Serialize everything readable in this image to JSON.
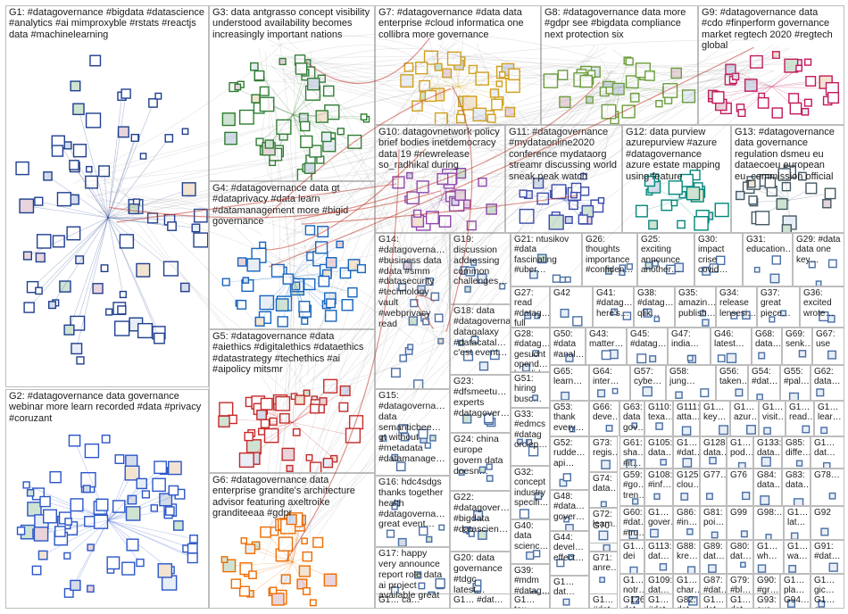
{
  "diagram": {
    "groups": [
      {
        "id": "G1",
        "label": "G1: #datagovernance #bigdata #datascience #analytics #ai mimproxyble #rstats #reactjs data #machinelearning"
      },
      {
        "id": "G2",
        "label": "G2: #datagovernance data governance webinar more learn recorded #data #privacy #coruzant"
      },
      {
        "id": "G3",
        "label": "G3: data antgrasso concept visibility understood availability becomes increasingly important nations"
      },
      {
        "id": "G4",
        "label": "G4: #datagovernance data gt #dataprivacy #data learn #datamanagement more #bigid governance"
      },
      {
        "id": "G5",
        "label": "G5: #datagovernance #data #aiethics #digitalethics #dataethics #datastrategy #techethics #ai #aipolicy mitsmr"
      },
      {
        "id": "G6",
        "label": "G6: #datagovernance data enterprise grandite's architecture advisor featuring axeltroike granditeeaa #gdpr"
      },
      {
        "id": "G7",
        "label": "G7: #datagovernance #data data enterprise #cloud informatica one collibra more governance"
      },
      {
        "id": "G8",
        "label": "G8: #datagovernance data more #gdpr see #bigdata compliance next protection six"
      },
      {
        "id": "G9",
        "label": "G9: #datagovernance data #cdo #finperform governance market regtech 2020 #regtech global"
      },
      {
        "id": "G10",
        "label": "G10: datagovnetwork policy brief bodies inetdemocracy data 19 #newrelease so_radhikal during"
      },
      {
        "id": "G11",
        "label": "G11: #datagovernance #mydataonline2020 conference mydataorg streamr discussing world sneak peak watch"
      },
      {
        "id": "G12",
        "label": "G12: data purview azurepurview #azure #datagovernance azure estate mapping using feature"
      },
      {
        "id": "G13",
        "label": "G13: #datagovernance data governance regulation dsmeu eu dataecoeu european eu_commission official"
      },
      {
        "id": "G14",
        "label": "G14: #datagoverna… #business data #data #smm #datasecurity #technology vault #webprivacy read"
      },
      {
        "id": "G15",
        "label": "G15: #datagoverna… data semanticbee… gt without #metadata #datamanage…"
      },
      {
        "id": "G16",
        "label": "G16: hdc4sdgs thanks together health #datagoverna… great event…"
      },
      {
        "id": "G17",
        "label": "G17: happy very announce report role data ai project available great"
      },
      {
        "id": "G18",
        "label": "G18: data #datagovernance datagalaxy #datacatal… c'est event…"
      },
      {
        "id": "G19",
        "label": "G19: discussion addressing common challenges…"
      },
      {
        "id": "G20",
        "label": "G20: data governance #tdgc latest…"
      },
      {
        "id": "G21",
        "label": "G21: ntusikov #data fascinating #uber…"
      },
      {
        "id": "G22",
        "label": "G22: #datagover… #bigdata #datascien…"
      },
      {
        "id": "G23",
        "label": "G23: #dfsmeetu… experts #datagover…"
      },
      {
        "id": "G24",
        "label": "G24: china europe govern data doesn…"
      },
      {
        "id": "G25",
        "label": "G25: exciting announce another…"
      },
      {
        "id": "G26",
        "label": "G26: thoughts importance #confiden…"
      },
      {
        "id": "G27",
        "label": "G27: read #datag… full circle…"
      },
      {
        "id": "G28",
        "label": "G28: #datag… gesucht opend… kandid…"
      },
      {
        "id": "G29",
        "label": "G29: #data data one key…"
      },
      {
        "id": "G30",
        "label": "G30: impact crise covid…"
      },
      {
        "id": "G31",
        "label": "G31: education…"
      },
      {
        "id": "G32",
        "label": "G32: concept industry specifi…"
      },
      {
        "id": "G33",
        "label": "G33: #edmcs #datag orclep…"
      },
      {
        "id": "G34",
        "label": "G34: release lensesi…"
      },
      {
        "id": "G35",
        "label": "G35: amazin… publish…"
      },
      {
        "id": "G36",
        "label": "G36: excited wrote…"
      },
      {
        "id": "G37",
        "label": "G37: great piece…"
      },
      {
        "id": "G38",
        "label": "G38: #datag… qlik…"
      },
      {
        "id": "G39",
        "label": "G39: #mdm #datag…"
      },
      {
        "id": "G40",
        "label": "G40: data scienc…"
      },
      {
        "id": "G41",
        "label": "G41: #datag… here's…"
      },
      {
        "id": "G42",
        "label": "G42"
      },
      {
        "id": "G43",
        "label": "G43: matter…"
      },
      {
        "id": "G44",
        "label": "G44: devel… effect…"
      },
      {
        "id": "G45",
        "label": "G45: #datag…"
      },
      {
        "id": "G46",
        "label": "G46: latest…"
      },
      {
        "id": "G47",
        "label": "G47: india…"
      },
      {
        "id": "G48",
        "label": "G48: #data… gover…"
      },
      {
        "id": "G50",
        "label": "G50: #data #anal…"
      },
      {
        "id": "G51",
        "label": "G51: hiring busc…"
      },
      {
        "id": "G52",
        "label": "G52: rudde… api…"
      },
      {
        "id": "G53",
        "label": "G53: thank every…"
      },
      {
        "id": "G54",
        "label": "G54: #dat…"
      },
      {
        "id": "G55",
        "label": "G55: #pal…"
      },
      {
        "id": "G56",
        "label": "G56: taken…"
      },
      {
        "id": "G57",
        "label": "G57: cybe…"
      },
      {
        "id": "G58",
        "label": "G58: jung…"
      },
      {
        "id": "G59",
        "label": "G59: #go… tren…"
      },
      {
        "id": "G60",
        "label": "G60: #dat… #tru…"
      },
      {
        "id": "G61",
        "label": "G61: sha… #it…"
      },
      {
        "id": "G62",
        "label": "G62: data…"
      },
      {
        "id": "G63",
        "label": "G63: data gov…"
      },
      {
        "id": "G64",
        "label": "G64: inter…"
      },
      {
        "id": "G65",
        "label": "G65: learn…"
      },
      {
        "id": "G66",
        "label": "G66: deve…"
      },
      {
        "id": "G67",
        "label": "G67: use"
      },
      {
        "id": "G68",
        "label": "G68: data…"
      },
      {
        "id": "G69",
        "label": "G69: senk…"
      },
      {
        "id": "G70",
        "label": "G70"
      },
      {
        "id": "G71",
        "label": "G71: anre…"
      },
      {
        "id": "G72",
        "label": "G72: learn…"
      },
      {
        "id": "G73",
        "label": "G73: regis…"
      },
      {
        "id": "G74",
        "label": "G74: data…"
      },
      {
        "id": "G76",
        "label": "G76"
      },
      {
        "id": "G77",
        "label": "G77…"
      },
      {
        "id": "G78",
        "label": "G78…"
      },
      {
        "id": "G79",
        "label": "G79: #bl…"
      },
      {
        "id": "G80",
        "label": "G80: dat…"
      },
      {
        "id": "G81",
        "label": "G81: poi…"
      },
      {
        "id": "G82",
        "label": "G82: dat…"
      },
      {
        "id": "G83",
        "label": "G83: data…"
      },
      {
        "id": "G84",
        "label": "G84: data…"
      },
      {
        "id": "G85",
        "label": "G85: diffe…"
      },
      {
        "id": "G86",
        "label": "G86: #in…"
      },
      {
        "id": "G87",
        "label": "G87: #dat…"
      },
      {
        "id": "G88",
        "label": "G88: kre…"
      },
      {
        "id": "G89",
        "label": "G89: dat…"
      },
      {
        "id": "G90",
        "label": "G90: #gr…"
      },
      {
        "id": "G91",
        "label": "G91: #dat…"
      },
      {
        "id": "G92",
        "label": "G92"
      },
      {
        "id": "G93",
        "label": "G93: sus…"
      },
      {
        "id": "G94",
        "label": "G94…"
      },
      {
        "id": "G98",
        "label": "G98:…"
      },
      {
        "id": "G99",
        "label": "G99"
      },
      {
        "id": "G105",
        "label": "G105: data…"
      },
      {
        "id": "G108",
        "label": "G108: #inf…"
      },
      {
        "id": "G109",
        "label": "G109: dat…"
      },
      {
        "id": "G110",
        "label": "G110: texa…"
      },
      {
        "id": "G111",
        "label": "G111: atta…"
      },
      {
        "id": "G113",
        "label": "G113: dat…"
      },
      {
        "id": "G125",
        "label": "G125: clou…"
      },
      {
        "id": "G126",
        "label": "G126: dat…"
      },
      {
        "id": "G128",
        "label": "G128: data…"
      },
      {
        "id": "G133",
        "label": "G133: data…"
      },
      {
        "id": "G1_",
        "label": "G1… #dat…"
      },
      {
        "id": "G1b",
        "label": "G1… key…"
      },
      {
        "id": "G1c",
        "label": "G1… azur…"
      },
      {
        "id": "G1d",
        "label": "G1… visit…"
      },
      {
        "id": "G1e",
        "label": "G1… read…"
      },
      {
        "id": "G1f",
        "label": "G1… lear…"
      },
      {
        "id": "G1g",
        "label": "G1… pod…"
      },
      {
        "id": "G1h",
        "label": "G1… dat…"
      },
      {
        "id": "G1i",
        "label": "G1… notr…"
      },
      {
        "id": "G1j",
        "label": "G1… dat…"
      },
      {
        "id": "G1k",
        "label": "G1… char…"
      },
      {
        "id": "G1l",
        "label": "G1… gover…"
      },
      {
        "id": "G1m",
        "label": "G1… lat…"
      },
      {
        "id": "G1n",
        "label": "G1… pla…"
      },
      {
        "id": "G1o",
        "label": "G1… dat…"
      },
      {
        "id": "G1p",
        "label": "G1… wh…"
      },
      {
        "id": "G1q",
        "label": "G1… #dat…"
      },
      {
        "id": "G1r",
        "label": "G1… ev…"
      },
      {
        "id": "G1s",
        "label": "G1… #dat…"
      },
      {
        "id": "G1t",
        "label": "G1… dat…"
      },
      {
        "id": "G1u",
        "label": "G1… tou…"
      },
      {
        "id": "G1v",
        "label": "G1… dei"
      },
      {
        "id": "G1w",
        "label": "G1… wa…"
      },
      {
        "id": "G1x",
        "label": "G1… gic…"
      },
      {
        "id": "G1y",
        "label": "G1… #dat…"
      },
      {
        "id": "G1z",
        "label": "G1… ca…"
      }
    ],
    "colors": {
      "G1": "#1f3f8f",
      "G2": "#2a56c9",
      "G3": "#2e7d32",
      "G4": "#1565c0",
      "G5": "#c62828",
      "G6": "#ef6c00",
      "G7": "#d4a017",
      "G8": "#6a9e3a",
      "G9": "#c2185b",
      "G10": "#8e44ad",
      "G11": "#3949ab",
      "G12": "#00897b",
      "G13": "#455a64",
      "edge": "#9a9a9a",
      "edge_red": "#c0392b"
    }
  }
}
